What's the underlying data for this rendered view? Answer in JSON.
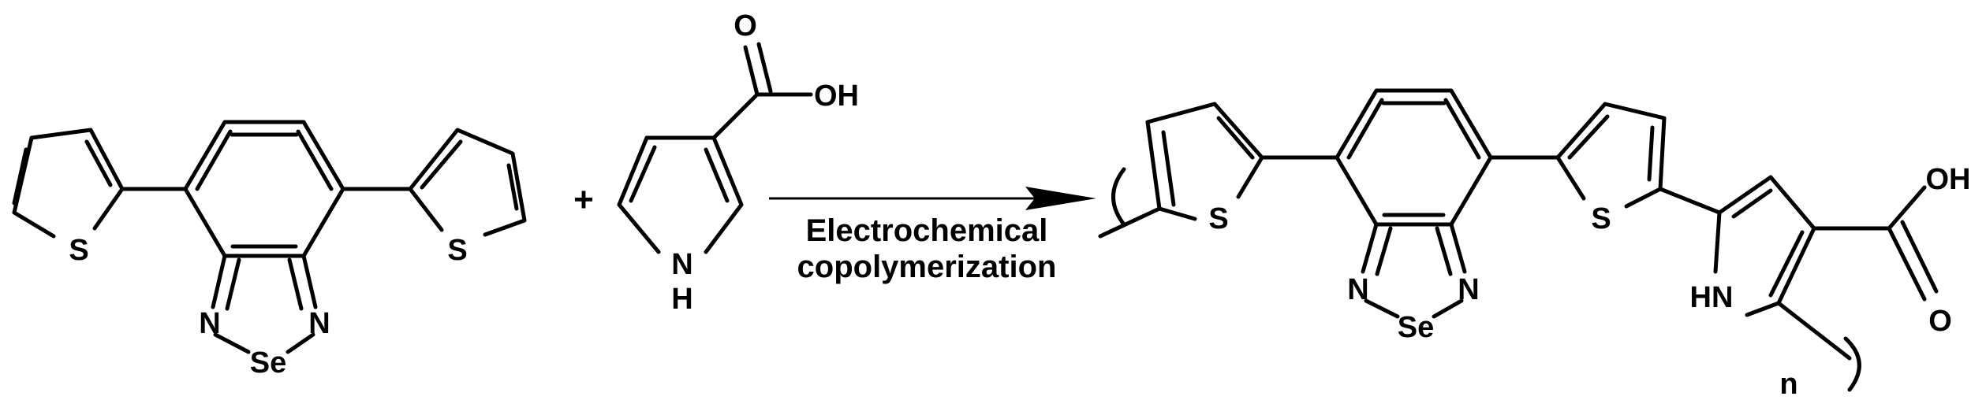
{
  "scheme": {
    "reactant_1": {
      "atoms": {
        "s_left": "S",
        "s_right": "S",
        "n_left": "N",
        "n_right": "N",
        "se": "Se"
      }
    },
    "plus_sign": "+",
    "reactant_2": {
      "atoms": {
        "o_carbonyl": "O",
        "oh": "OH",
        "n": "N",
        "h": "H"
      }
    },
    "arrow": {
      "label_line_1": "Electrochemical",
      "label_line_2": "copolymerization"
    },
    "product": {
      "atoms": {
        "s_left": "S",
        "s_right": "S",
        "n_left": "N",
        "n_right": "N",
        "se": "Se",
        "hn": "HN",
        "oh": "OH",
        "o_carbonyl": "O"
      },
      "repeat_subscript": "n"
    }
  }
}
